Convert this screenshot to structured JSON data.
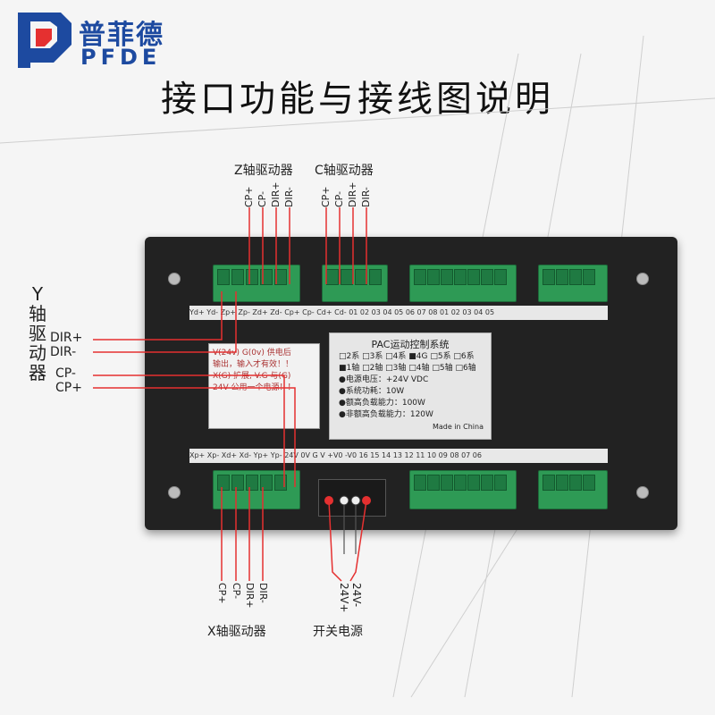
{
  "logo": {
    "cn": "普菲德",
    "en": "PFDE"
  },
  "title": "接口功能与接线图说明",
  "top_groups": [
    {
      "title": "Z轴驱动器",
      "pins": [
        "CP+",
        "CP-",
        "DIR+",
        "DIR-"
      ]
    },
    {
      "title": "C轴驱动器",
      "pins": [
        "CP+",
        "CP-",
        "DIR+",
        "DIR-"
      ]
    }
  ],
  "y_axis": {
    "title": [
      "Y",
      "轴",
      "驱",
      "动",
      "器"
    ],
    "pins": [
      "DIR+",
      "DIR-",
      "CP-",
      "CP+"
    ]
  },
  "bottom_groups": [
    {
      "title": "X轴驱动器",
      "pins": [
        "CP+",
        "CP-",
        "DIR+",
        "DIR-"
      ]
    },
    {
      "title": "开关电源",
      "pins": [
        "24V+",
        "24V-"
      ]
    }
  ],
  "top_strip": "Yd+ Yd- Zp+ Zp- Zd+ Zd-    Cp+ Cp- Cd+ Cd-    01 02 03 04 05 06 07 08    01 02 03 04 05",
  "bottom_strip": "Xp+ Xp- Xd+ Xd- Yp+ Yp-    24V 0V G V    +V0 -V0   16 15 14 13 12 11    10 09 08 07 06",
  "info_panel": {
    "heading": "PAC运动控制系统",
    "axis_options": "□2系 □3系 □4系 ■4G □5系 □6系",
    "axis_options2": "■1轴 □2轴 □3轴 □4轴 □5轴 □6轴",
    "specs": [
      "●电源电压：+24V VDC",
      "●系统功耗：10W",
      "●额高负载能力：100W",
      "●非额高负载能力：120W"
    ],
    "made_in": "Made in China"
  },
  "note_panel": [
    "V(24v) G(0v) 供电后",
    "输出，输入才有效！！",
    "",
    "X(G) 扩展, V.G 与(G)",
    "24V 公用一个电源！！"
  ],
  "colors": {
    "brand": "#1d4aa0",
    "accent_red": "#e53030",
    "terminal": "#2e9a55",
    "board": "#222222"
  }
}
